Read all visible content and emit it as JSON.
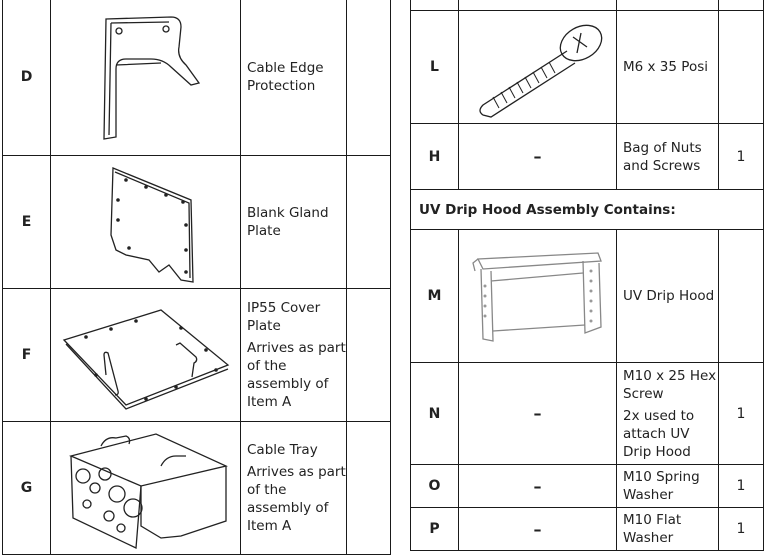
{
  "left_rows": [
    {
      "code": "D",
      "desc": [
        "Cable Edge Protection"
      ],
      "qty": "",
      "image": "cable-edge-protection"
    },
    {
      "code": "E",
      "desc": [
        "Blank Gland Plate"
      ],
      "qty": "",
      "image": "blank-gland-plate"
    },
    {
      "code": "F",
      "desc": [
        "IP55 Cover Plate",
        "Arrives as part of the assembly of Item A"
      ],
      "qty": "",
      "image": "ip55-cover-plate"
    },
    {
      "code": "G",
      "desc": [
        "Cable Tray",
        "Arrives as part of the assembly of Item A"
      ],
      "qty": "",
      "image": "cable-tray"
    }
  ],
  "right_rows": [
    {
      "code": "L",
      "desc": [
        "M6 x 35 Posi"
      ],
      "qty": "",
      "image": "m6-posi-screw"
    },
    {
      "code": "H",
      "dash": "–",
      "desc": [
        "Bag of Nuts and Screws"
      ],
      "qty": "1"
    }
  ],
  "section_header": "UV Drip Hood Assembly Contains:",
  "hood_rows": [
    {
      "code": "M",
      "desc": [
        "UV Drip Hood"
      ],
      "qty": "",
      "image": "uv-drip-hood"
    },
    {
      "code": "N",
      "dash": "–",
      "desc": [
        "M10 x 25 Hex Screw",
        "2x used to attach UV Drip Hood"
      ],
      "qty": "1"
    },
    {
      "code": "O",
      "dash": "–",
      "desc": [
        "M10 Spring Washer"
      ],
      "qty": "1"
    },
    {
      "code": "P",
      "dash": "–",
      "desc": [
        "M10 Flat Washer"
      ],
      "qty": "1"
    }
  ]
}
